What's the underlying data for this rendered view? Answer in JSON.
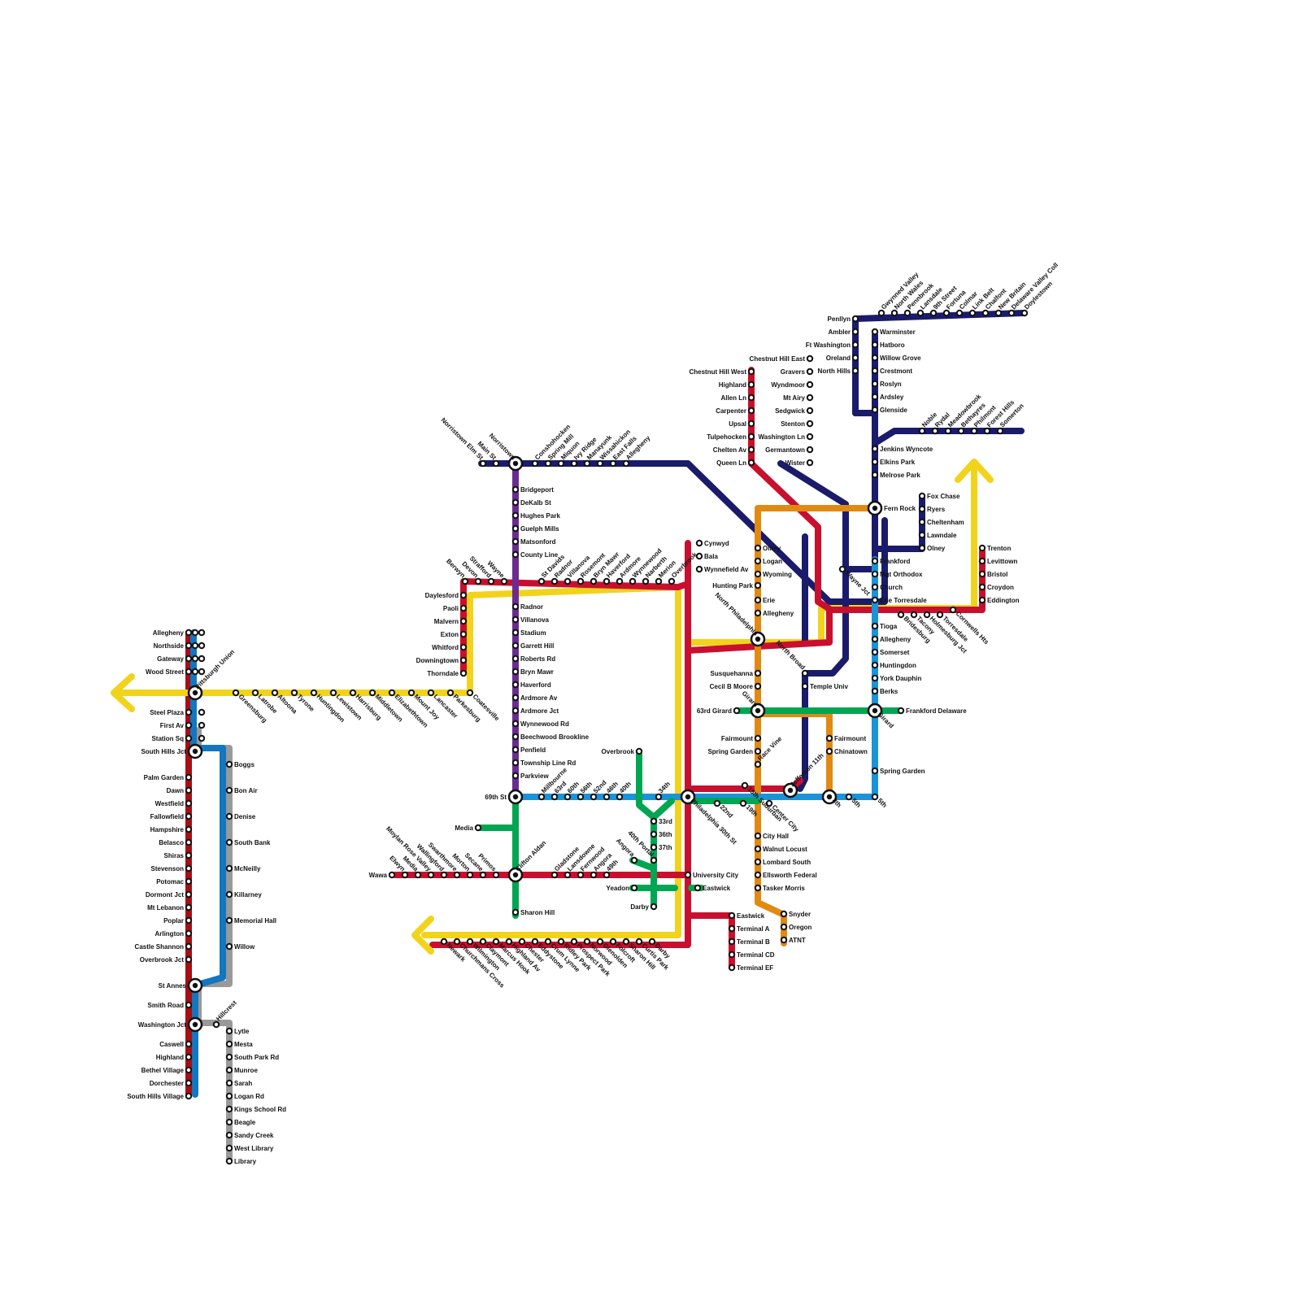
{
  "colors": {
    "yellow": "#f2d31b",
    "crimson": "#c8102e",
    "navy": "#1b1b6b",
    "orange": "#e08a12",
    "sky": "#1b93d8",
    "green": "#00a651",
    "purple": "#6a2c91",
    "maroon": "#a50f15",
    "blue": "#1276c0",
    "gray": "#999999"
  },
  "stations": {
    "pgh_trunk": [
      "Allegheny",
      "Northside",
      "Gateway",
      "Wood Street",
      "Pittsburgh Union",
      "Steel Plaza",
      "First Av",
      "Station Sq",
      "South Hills Jct"
    ],
    "pgh_west": [
      "Palm Garden",
      "Dawn",
      "Westfield",
      "Fallowfield",
      "Hampshire",
      "Belasco",
      "Shiras",
      "Stevenson",
      "Potomac",
      "Dormont Jct",
      "Mt Lebanon",
      "Poplar",
      "Arlington",
      "Castle Shannon",
      "Overbrook Jct",
      "St Annes",
      "Smith Road",
      "Washington Jct",
      "Caswell",
      "Highland",
      "Bethel Village",
      "Dorchester",
      "South Hills Village"
    ],
    "pgh_east": [
      "Boggs",
      "Bon Air",
      "Denise",
      "South Bank",
      "McNeilly",
      "Killarney",
      "Memorial Hall",
      "Willow",
      "Hillcrest",
      "Lytle",
      "Mesta",
      "South Park Rd",
      "Munroe",
      "Sarah",
      "Logan Rd",
      "Kings School Rd",
      "Beagle",
      "Sandy Creek",
      "West Library",
      "Library"
    ],
    "keystone_west": [
      "Greensburg",
      "Latrobe",
      "Altoona",
      "Tyrone",
      "Huntingdon",
      "Lewistown",
      "Harrisburg",
      "Middletown",
      "Elizabethtown",
      "Mount Joy",
      "Lancaster",
      "Parkesburg",
      "Coatesville"
    ],
    "paoli": [
      "Thorndale",
      "Downingtown",
      "Whitford",
      "Exton",
      "Malvern",
      "Paoli",
      "Daylesford",
      "Berwyn",
      "Devon",
      "Strafford",
      "Wayne",
      "St Davids",
      "Radnor",
      "Villanova",
      "Rosemont",
      "Bryn Mawr",
      "Haverford",
      "Ardmore",
      "Wynnewood",
      "Narberth",
      "Merion",
      "Overbrook"
    ],
    "norristown": [
      "Norristown Elm St",
      "Main St",
      "Norristown",
      "Conshohocken",
      "Spring Mill",
      "Miquon",
      "Ivy Ridge",
      "Manayunk",
      "Wissahickon",
      "East Falls",
      "Allegheny"
    ],
    "nhsl": [
      "Bridgeport",
      "DeKalb St",
      "Hughes Park",
      "Guelph Mills",
      "Matsonford",
      "County Line",
      "Radnor",
      "Villanova",
      "Stadium",
      "Garrett Hill",
      "Roberts Rd",
      "Bryn Mawr",
      "Haverford",
      "Ardmore Av",
      "Ardmore Jct",
      "Wynnewood Rd",
      "Beechwood Brookline",
      "Penfield",
      "Township Line Rd",
      "Parkview",
      "69th St"
    ],
    "mfl_west": [
      "Millbourne",
      "63rd",
      "60th",
      "56th",
      "52nd",
      "46th",
      "40th",
      "34th",
      "Philadelphia 30th St",
      "22nd",
      "19th",
      "Center City"
    ],
    "mfl_east": [
      "Jefferson 11th",
      "8th",
      "5th",
      "5th",
      "Spring Garden",
      "Girard",
      "Berks",
      "York Dauphin",
      "Huntingdon",
      "Somerset",
      "Allegheny",
      "Tioga",
      "Erie Torresdale",
      "Church",
      "Mgt Orthodox",
      "Frankford"
    ],
    "media": [
      "Wawa",
      "Elwyn",
      "Media",
      "Moylan Rose Valley",
      "Wallingford",
      "Swarthmore",
      "Morton",
      "Secane",
      "Primos",
      "Clifton Aldan",
      "Gladstone",
      "Lansdowne",
      "Fernwood",
      "Angora",
      "49th",
      "University City"
    ],
    "trolley": [
      "Media",
      "Sharon Hill",
      "Overbrook",
      "33rd",
      "36th",
      "37th",
      "40th Portal",
      "Angora",
      "Yeadon",
      "Darby",
      "63rd Girard",
      "Frankford Delaware",
      "Eastwick"
    ],
    "wilmington": [
      "Newark",
      "Churchmans Cross",
      "Wilmington",
      "Claymont",
      "Marcus Hook",
      "Highland Av",
      "Chester",
      "Eddystone",
      "Crum Lynne",
      "Ridley Park",
      "Prospect Park",
      "Norwood",
      "Glenolden",
      "Folcroft",
      "Sharon Hill",
      "Curtis Park",
      "Darby"
    ],
    "airport": [
      "Eastwick",
      "Terminal A",
      "Terminal B",
      "Terminal CD",
      "Terminal EF"
    ],
    "chestnut_hill_west": [
      "Chestnut Hill West",
      "Highland",
      "Allen Ln",
      "Carpenter",
      "Upsal",
      "Tulpehocken",
      "Chelten Av",
      "Queen Ln",
      "Cynwyd",
      "Bala",
      "Wynnefield Av"
    ],
    "chestnut_hill_east": [
      "Chestnut Hill East",
      "Gravers",
      "Wyndmoor",
      "Mt Airy",
      "Sedgwick",
      "Stenton",
      "Washington Ln",
      "Germantown",
      "Wister"
    ],
    "north": [
      "Penllyn",
      "Ambler",
      "Ft Washington",
      "Oreland",
      "North Hills",
      "Gwynned Valley",
      "North Wales",
      "Pennbrook",
      "Lansdale",
      "9th Street",
      "Fortuna",
      "Colmar",
      "Link Belt",
      "Chalfont",
      "New Britain",
      "Delaware Valley Coll",
      "Doylestown",
      "Warminster",
      "Hatboro",
      "Willow Grove",
      "Crestmont",
      "Roslyn",
      "Ardsley",
      "Glenside",
      "Noble",
      "Rydal",
      "Meadowbrook",
      "Bethayres",
      "Philmont",
      "Forest Hills",
      "Somerton",
      "Jenkins Wyncote",
      "Elkins Park",
      "Melrose Park",
      "Fern Rock",
      "Fox Chase",
      "Ryers",
      "Cheltenham",
      "Lawndale",
      "Olney",
      "Wayne Jct",
      "North Broad",
      "Temple Univ"
    ],
    "bsl": [
      "Olney",
      "Logan",
      "Wyoming",
      "Hunting Park",
      "Erie",
      "Allegheny",
      "North Philadelphia",
      "Susquehanna",
      "Cecil B Moore",
      "Girard",
      "Fairmount",
      "Spring Garden",
      "Race Vine",
      "15th Suburban",
      "City Hall",
      "Walnut Locust",
      "Lombard South",
      "Ellsworth Federal",
      "Tasker Morris",
      "Snyder",
      "Oregon",
      "ATNT",
      "Fairmount",
      "Chinatown"
    ],
    "trenton": [
      "Trenton",
      "Levittown",
      "Bristol",
      "Croydon",
      "Eddington",
      "Cornwells Hts",
      "Torresdale",
      "Holmesburg Jct",
      "Tacony",
      "Bridesburg"
    ]
  }
}
